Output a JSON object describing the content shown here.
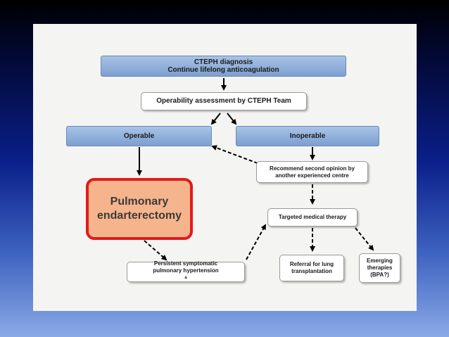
{
  "diagram": {
    "nodes": {
      "diagnosis": {
        "line1": "CTEPH diagnosis",
        "line2": "Continue lifelong anticoagulation"
      },
      "assessment": {
        "label": "Operability assessment by CTEPH Team"
      },
      "operable": {
        "label": "Operable"
      },
      "inoperable": {
        "label": "Inoperable"
      },
      "second_opinion": {
        "line1": "Recommend second opinion by",
        "line2": "another experienced centre"
      },
      "pea": {
        "line1": "Pulmonary",
        "line2": "endarterectomy"
      },
      "targeted": {
        "label": "Targeted medical therapy"
      },
      "persistent": {
        "line1": "Persistent symptomatic",
        "line2": "pulmonary hypertension",
        "sup": "a"
      },
      "referral": {
        "line1": "Referral for lung",
        "line2": "transplantation"
      },
      "emerging": {
        "line1": "Emerging",
        "line2": "therapies",
        "line3": "(BPA?)"
      }
    },
    "colors": {
      "blue_box": "#8fb0dc",
      "pea_fill": "#f5b48c",
      "pea_border": "#e31b1b",
      "arrow": "#000000"
    }
  }
}
